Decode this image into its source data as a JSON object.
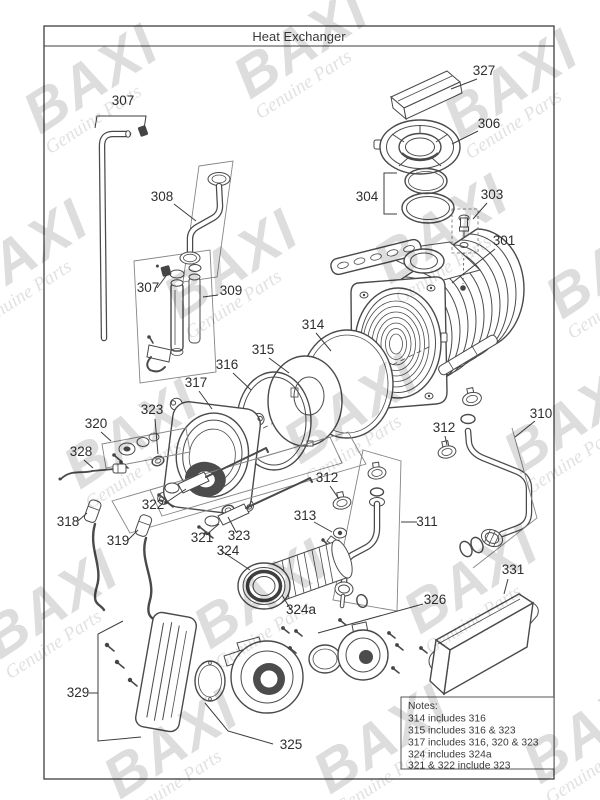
{
  "title": "Heat Exchanger",
  "watermark": {
    "brand": "BAXI",
    "tagline": "Genuine Parts"
  },
  "labels": {
    "l307a": "307",
    "l327": "327",
    "l306": "306",
    "l304": "304",
    "l303": "303",
    "l301": "301",
    "l308": "308",
    "l307b": "307",
    "l309": "309",
    "l314": "314",
    "l315": "315",
    "l316": "316",
    "l317": "317",
    "l320": "320",
    "l323a": "323",
    "l328": "328",
    "l322": "322",
    "l318": "318",
    "l319": "319",
    "l321": "321",
    "l323b": "323",
    "l324": "324",
    "l312a": "312",
    "l312b": "312",
    "l313": "313",
    "l311": "311",
    "l310": "310",
    "l331": "331",
    "l326": "326",
    "l324a": "324a",
    "l329": "329",
    "l325": "325"
  },
  "notes": {
    "heading": "Notes:",
    "lines": [
      "314 includes 316",
      "315 includes 316 & 323",
      "317 includes 316, 320 & 323",
      "324 includes 324a",
      "321 & 322 include 323"
    ]
  }
}
